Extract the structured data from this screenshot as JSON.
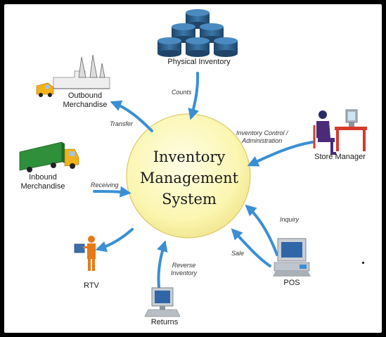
{
  "center": {
    "line1": "Inventory",
    "line2": "Management",
    "line3": "System"
  },
  "nodes": {
    "physical_inventory": "Physical Inventory",
    "outbound": [
      "Outbound",
      "Merchandise"
    ],
    "store_manager": "Store Manager",
    "inbound": [
      "Inbound",
      "Merchandise"
    ],
    "rtv": "RTV",
    "returns": "Returns",
    "pos": "POS"
  },
  "edges": {
    "counts": "Counts",
    "transfer": "Transfer",
    "inventory_control": [
      "Inventory Control /",
      "Administration"
    ],
    "receiving": "Receiving",
    "inquiry": "Inquiry",
    "sale": "Sale",
    "reverse_inventory": [
      "Reverse",
      "Inventory"
    ]
  },
  "colors": {
    "hub_fill": "#fbf7b8",
    "arrow": "#3a8fd4",
    "cylinder": "#2a5a85",
    "monitor": "#3a6fb0",
    "truck_green": "#2f8f3a",
    "person_purple": "#4b2a78"
  }
}
